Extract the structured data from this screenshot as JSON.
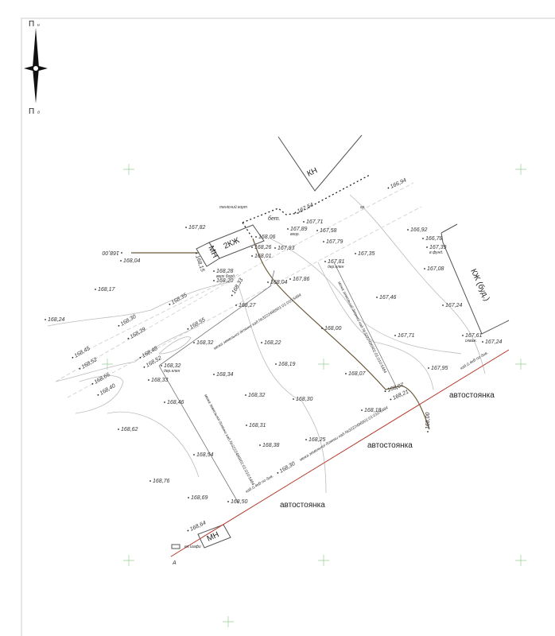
{
  "compass": {
    "north": "П",
    "north_sub": "н",
    "south": "П",
    "south_sub": "д"
  },
  "labels": {
    "kn": "КН",
    "kzh2": "2КЖ",
    "mn_top": "МН",
    "mn_bottom": "МН",
    "tennis": "тенісний корт",
    "concrete": "бет.",
    "ground": "гр.",
    "kzh_bud": "КЖ (буд.)",
    "parking1": "автостоянка",
    "parking2": "автостоянка",
    "parking3": "автостоянка",
    "el_cabinets": "ел.шафи",
    "point_a": "А",
    "boundary1": "межа земельної ділянки кад.№3222486901:01:010:5484",
    "boundary2": "межа земельної ділянки кад.№3222486901:01:010:5484",
    "boundary3": "межа земельної ділянки кад.№3222486901:01:010:5484",
    "boundary4": "межа земельної ділянки кад.№3222486901:01:010:5484",
    "cable1": "каб.0,4кВ по дов.",
    "cable2": "каб.0,4кВ по дов."
  },
  "points": [
    {
      "v": "167,82"
    },
    {
      "v": "168,04"
    },
    {
      "v": "168,00"
    },
    {
      "v": "168,15"
    },
    {
      "v": "168,28",
      "n": "верх борд."
    },
    {
      "v": "168,20"
    },
    {
      "v": "168,33"
    },
    {
      "v": "168,06"
    },
    {
      "v": "168,26"
    },
    {
      "v": "168,01"
    },
    {
      "v": "167,93"
    },
    {
      "v": "167,89",
      "n": "вкор."
    },
    {
      "v": "167,71"
    },
    {
      "v": "167,58"
    },
    {
      "v": "167,54"
    },
    {
      "v": "167,79"
    },
    {
      "v": "167,81",
      "n": "дер.клен"
    },
    {
      "v": "167,35"
    },
    {
      "v": "168,04"
    },
    {
      "v": "167,86"
    },
    {
      "v": "166,94"
    },
    {
      "v": "166,92"
    },
    {
      "v": "166,78"
    },
    {
      "v": "167,39",
      "n": "в фунд."
    },
    {
      "v": "167,08"
    },
    {
      "v": "167,46"
    },
    {
      "v": "167,24"
    },
    {
      "v": "167,71"
    },
    {
      "v": "167,61",
      "n": "скваж."
    },
    {
      "v": "167,24"
    },
    {
      "v": "167,95"
    },
    {
      "v": "168,07"
    },
    {
      "v": "168,00"
    },
    {
      "v": "168,07"
    },
    {
      "v": "168,21"
    },
    {
      "v": "168,18"
    },
    {
      "v": "168,00"
    },
    {
      "v": "168,17"
    },
    {
      "v": "168,35"
    },
    {
      "v": "168,24"
    },
    {
      "v": "168,30"
    },
    {
      "v": "168,39"
    },
    {
      "v": "168,55"
    },
    {
      "v": "168,32"
    },
    {
      "v": "168,27"
    },
    {
      "v": "168,22"
    },
    {
      "v": "168,19"
    },
    {
      "v": "168,45"
    },
    {
      "v": "168,52"
    },
    {
      "v": "168,48"
    },
    {
      "v": "168,52"
    },
    {
      "v": "168,32",
      "n": "дер.клен"
    },
    {
      "v": "168,33"
    },
    {
      "v": "168,66"
    },
    {
      "v": "168,40"
    },
    {
      "v": "168,34"
    },
    {
      "v": "168,46"
    },
    {
      "v": "168,32"
    },
    {
      "v": "168,30"
    },
    {
      "v": "168,62"
    },
    {
      "v": "168,31"
    },
    {
      "v": "168,38"
    },
    {
      "v": "168,25"
    },
    {
      "v": "168,54"
    },
    {
      "v": "168,76"
    },
    {
      "v": "168,69"
    },
    {
      "v": "168,50"
    },
    {
      "v": "168,30"
    },
    {
      "v": "168,64"
    }
  ],
  "colors": {
    "road": "#6b5a3a",
    "boundary_red": "#c0392b",
    "lines": "#bbbbbb"
  }
}
